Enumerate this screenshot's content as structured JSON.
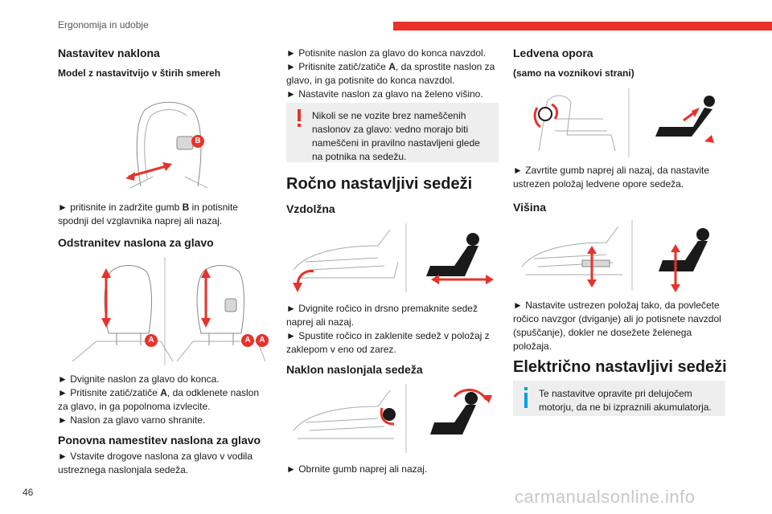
{
  "header": {
    "section": "Ergonomija in udobje"
  },
  "col1": {
    "h_tilt": "Nastavitev naklona",
    "h_model": "Model z nastavitvijo v štirih smereh",
    "p_tilt_a": "► pritisnite in zadržite gumb ",
    "p_tilt_b": "B",
    "p_tilt_c": " in potisnite spodnji del vzglavnika naprej ali nazaj.",
    "label_b": "B",
    "h_remove": "Odstranitev naslona za glavo",
    "label_a1": "A",
    "label_a2": "A",
    "label_a3": "A",
    "p_remove_1": "► Dvignite naslon za glavo do konca.",
    "p_remove_2a": "► Pritisnite zatič/zatiče ",
    "p_remove_2b": "A",
    "p_remove_2c": ", da odklenete naslon za glavo, in ga popolnoma izvlecite.",
    "p_remove_3": "► Naslon za glavo varno shranite.",
    "h_refit": "Ponovna namestitev naslona za glavo",
    "p_refit": "► Vstavite drogove naslona za glavo v vodila ustreznega naslonjala sedeža."
  },
  "col2": {
    "p_push": "► Potisnite naslon za glavo do konca navzdol.",
    "p_press_a": "► Pritisnite zatič/zatiče ",
    "p_press_b": "A",
    "p_press_c": ", da sprostite naslon za glavo, in ga potisnite do konca navzdol.",
    "p_height": "► Nastavite naslon za glavo na želeno višino.",
    "warning": "Nikoli se ne vozite brez nameščenih naslonov za glavo: vedno morajo biti nameščeni in pravilno nastavljeni glede na potnika na sedežu.",
    "h_manual": "Ročno nastavljivi sedeži",
    "h_long": "Vzdolžna",
    "p_long_1": "► Dvignite ročico in drsno premaknite sedež naprej ali nazaj.",
    "p_long_2": "► Spustite ročico in zaklenite sedež v položaj z zaklepom v eno od zarez.",
    "h_recline": "Naklon naslonjala sedeža",
    "p_recline": "► Obrnite gumb naprej ali nazaj."
  },
  "col3": {
    "h_lumbar": "Ledvena opora",
    "h_driver": "(samo na voznikovi strani)",
    "p_lumbar": "► Zavrtite gumb naprej ali nazaj, da nastavite ustrezen položaj ledvene opore sedeža.",
    "h_height": "Višina",
    "p_height": "► Nastavite ustrezen položaj tako, da povlečete ročico navzgor (dviganje) ali jo potisnete navzdol (spuščanje), dokler ne dosežete želenega položaja.",
    "h_electric": "Električno nastavljivi sedeži",
    "info": "Te nastavitve opravite pri delujočem motorju, da ne bi izpraznili akumulatorja."
  },
  "footer": {
    "page": "46",
    "site": "carmanualsonline.info"
  },
  "colors": {
    "accent": "#e8322a",
    "info": "#00a0e0",
    "note_bg": "#eeeeee"
  },
  "icons": {
    "warning": "exclamation-icon",
    "info": "info-bar-icon"
  }
}
